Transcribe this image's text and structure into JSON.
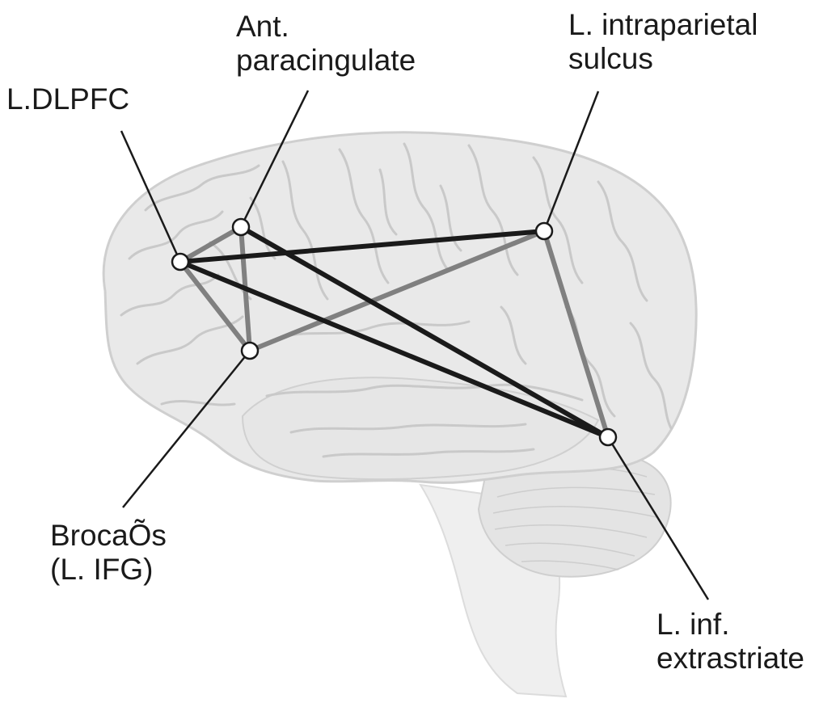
{
  "colors": {
    "brain_fill": "#e9e9e9",
    "brain_outline": "#cfcfcf",
    "gyri_line": "#c9c9c9",
    "strong_connection": "#1a1a1a",
    "weak_connection": "#808080",
    "node_fill": "#ffffff",
    "node_stroke": "#1a1a1a",
    "leader_line": "#1a1a1a"
  },
  "regions": {
    "dlpfc": {
      "lines": [
        "L.DLPFC"
      ]
    },
    "paracingulate": {
      "lines": [
        "Ant.",
        "paracingulate"
      ]
    },
    "intraparietal": {
      "lines": [
        "L. intraparietal",
        "sulcus"
      ]
    },
    "broca": {
      "lines": [
        "BrocaÕs",
        "(L. IFG)"
      ]
    },
    "extrastriate": {
      "lines": [
        "L. inf.",
        "extrastriate"
      ]
    }
  },
  "connections": [
    {
      "from": "dlpfc",
      "to": "intraparietal",
      "strength": "strong"
    },
    {
      "from": "dlpfc",
      "to": "extrastriate",
      "strength": "strong"
    },
    {
      "from": "paracingulate",
      "to": "extrastriate",
      "strength": "strong"
    },
    {
      "from": "dlpfc",
      "to": "paracingulate",
      "strength": "weak"
    },
    {
      "from": "dlpfc",
      "to": "broca",
      "strength": "weak"
    },
    {
      "from": "paracingulate",
      "to": "broca",
      "strength": "weak"
    },
    {
      "from": "broca",
      "to": "intraparietal",
      "strength": "weak"
    },
    {
      "from": "intraparietal",
      "to": "extrastriate",
      "strength": "weak"
    }
  ]
}
